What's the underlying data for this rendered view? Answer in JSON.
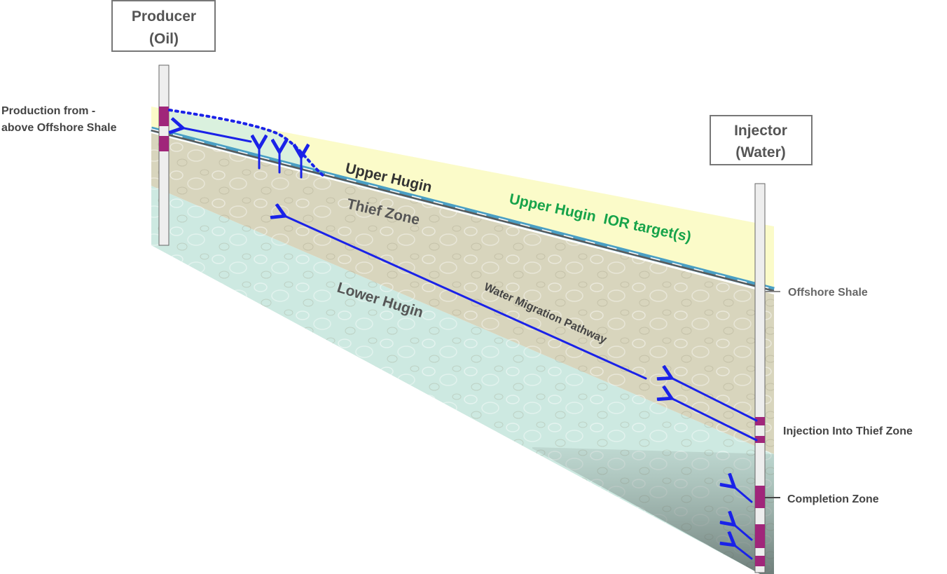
{
  "wells": {
    "producer": {
      "line1": "Producer",
      "line2": "(Oil)"
    },
    "injector": {
      "line1": "Injector",
      "line2": "(Water)"
    }
  },
  "zones": {
    "upper_hugin": "Upper Hugin",
    "thief_zone": "Thief Zone",
    "lower_hugin": "Lower Hugin"
  },
  "annotations": {
    "ior_target": "Upper Hugin  IOR target(s)",
    "water_migration": "Water Migration Pathway",
    "production_line1": "Production from -",
    "production_line2": "above Offshore Shale",
    "offshore_shale": "Offshore Shale",
    "injection_thief": "Injection Into Thief Zone",
    "completion_zone": "Completion Zone"
  },
  "colors": {
    "upper_hugin": "#fbfbc9",
    "thief_zone": "#d8d5bd",
    "lower_hugin": "#cde9e1",
    "shale": "#4a9fc4",
    "arrow": "#1a22e8",
    "perforation": "#a0267a",
    "ior_text": "#16a34a",
    "label_text": "#444444"
  }
}
